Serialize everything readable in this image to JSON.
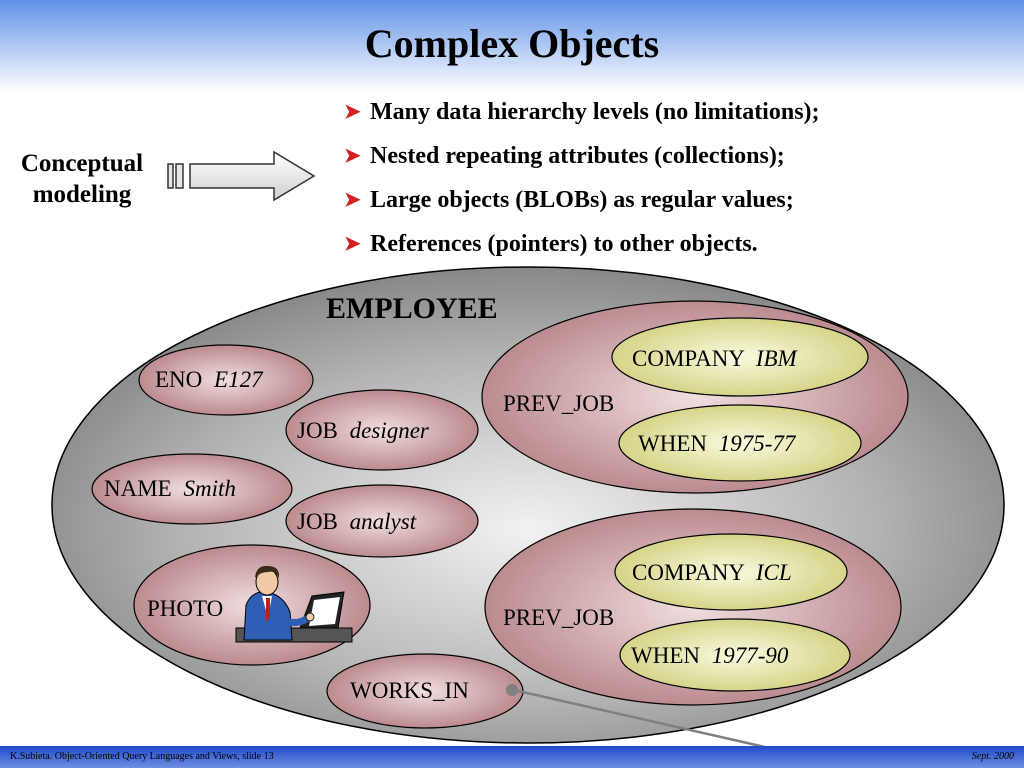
{
  "title": "Complex Objects",
  "concept": {
    "line1": "Conceptual",
    "line2": "modeling"
  },
  "bullets": [
    "Many data hierarchy levels (no limitations);",
    "Nested repeating attributes (collections);",
    "Large objects (BLOBs) as regular values;",
    "References (pointers) to other objects."
  ],
  "employee": {
    "label": "EMPLOYEE",
    "eno": {
      "name": "ENO",
      "value": "E127"
    },
    "job1": {
      "name": "JOB",
      "value": "designer"
    },
    "name": {
      "name": "NAME",
      "value": "Smith"
    },
    "job2": {
      "name": "JOB",
      "value": "analyst"
    },
    "photo": {
      "name": "PHOTO"
    },
    "works_in": {
      "name": "WORKS_IN"
    },
    "prev_job1": {
      "name": "PREV_JOB",
      "company": {
        "name": "COMPANY",
        "value": "IBM"
      },
      "when": {
        "name": "WHEN",
        "value": "1975-77"
      }
    },
    "prev_job2": {
      "name": "PREV_JOB",
      "company": {
        "name": "COMPANY",
        "value": "ICL"
      },
      "when": {
        "name": "WHEN",
        "value": "1977-90"
      }
    }
  },
  "footer": {
    "left": "K.Subieta. Object-Oriented Query Languages and Views, slide 13",
    "right": "Sept. 2000"
  },
  "colors": {
    "bullet": "#d32020",
    "pink": "#b57f84",
    "olive": "#dcdc8c",
    "gray": "#8f8f8f"
  }
}
